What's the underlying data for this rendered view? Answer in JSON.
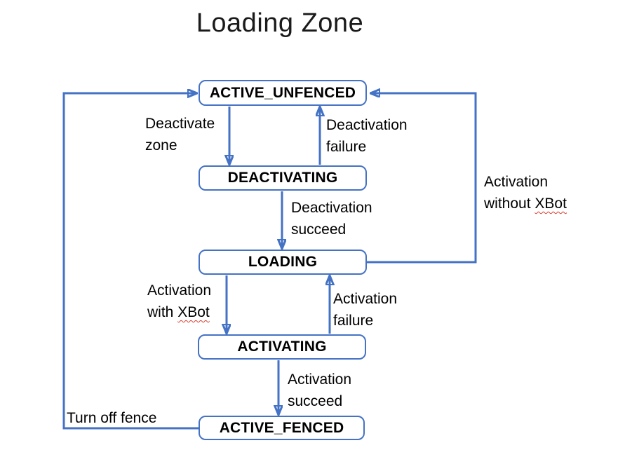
{
  "title": "Loading Zone",
  "colors": {
    "accent_blue": "#4472C4",
    "text_black": "#000000",
    "spellcheck_red": "#D83B2D",
    "background": "#FFFFFF"
  },
  "diagram": {
    "type": "state-diagram",
    "states": [
      {
        "label": "ACTIVE_UNFENCED"
      },
      {
        "label": "DEACTIVATING"
      },
      {
        "label": "LOADING"
      },
      {
        "label": "ACTIVATING"
      },
      {
        "label": "ACTIVE_FENCED"
      }
    ],
    "transitions": [
      {
        "from": "ACTIVE_UNFENCED",
        "to": "DEACTIVATING",
        "label": "Deactivate zone"
      },
      {
        "from": "DEACTIVATING",
        "to": "ACTIVE_UNFENCED",
        "label": "Deactivation failure"
      },
      {
        "from": "DEACTIVATING",
        "to": "LOADING",
        "label": "Deactivation succeed"
      },
      {
        "from": "LOADING",
        "to": "ACTIVATING",
        "label": "Activation with XBot"
      },
      {
        "from": "ACTIVATING",
        "to": "LOADING",
        "label": "Activation failure"
      },
      {
        "from": "ACTIVATING",
        "to": "ACTIVE_FENCED",
        "label": "Activation succeed"
      },
      {
        "from": "ACTIVE_FENCED",
        "to": "ACTIVE_UNFENCED",
        "label": "Turn off fence"
      },
      {
        "from": "LOADING",
        "to": "ACTIVE_UNFENCED",
        "label": "Activation without XBot"
      }
    ]
  },
  "edge_labels": {
    "deactivate_zone": {
      "line1": "Deactivate",
      "line2": "zone"
    },
    "deactivation_failure": {
      "line1": "Deactivation",
      "line2": "failure"
    },
    "deactivation_succeed": {
      "line1": "Deactivation",
      "line2": "succeed"
    },
    "activation_with_xbot": {
      "line1": "Activation",
      "line2_prefix": "with ",
      "line2_word": "XBot"
    },
    "activation_failure": {
      "line1": "Activation",
      "line2": "failure"
    },
    "activation_succeed": {
      "line1": "Activation",
      "line2": "succeed"
    },
    "activation_without_xbot": {
      "line1": "Activation",
      "line2_prefix": "without ",
      "line2_word": "XBot"
    },
    "turn_off_fence": {
      "text": "Turn off fence"
    }
  }
}
